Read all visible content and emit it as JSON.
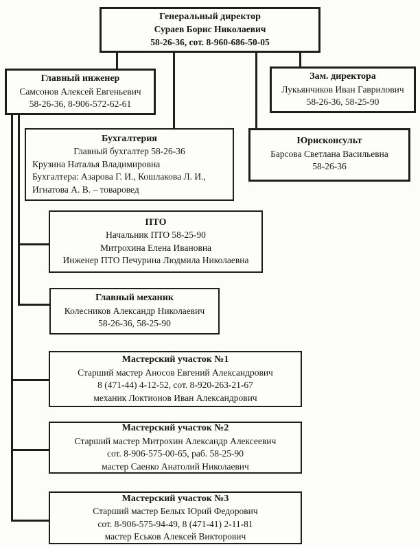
{
  "diagram": {
    "type": "org-chart",
    "colors": {
      "line": "#1d1d1d",
      "background": "#fcfcfa",
      "text": "#171717"
    },
    "nodes": {
      "director": {
        "title": "Генеральный директор",
        "lines": [
          "Сураев Борис Николаевич",
          "58-26-36, сот. 8-960-686-50-05"
        ]
      },
      "chief_engineer": {
        "title": "Главный инженер",
        "lines": [
          "Самсонов Алексей Евгеньевич",
          "58-26-36, 8-906-572-62-61"
        ]
      },
      "deputy_director": {
        "title": "Зам. директора",
        "lines": [
          "Лукьянчиков Иван Гаврилович",
          "58-26-36, 58-25-90"
        ]
      },
      "accounting": {
        "title": "Бухгалтерия",
        "lines": [
          "Главный бухгалтер 58-26-36",
          "Крузина Наталья Владимировна",
          "Бухгалтера: Азарова Г. И., Кошлакова Л. И.,",
          "Игнатова А. В. – товаровед"
        ]
      },
      "legal": {
        "title": "Юрисконсульт",
        "lines": [
          "Барсова Светлана Васильевна",
          "58-26-36"
        ]
      },
      "pto": {
        "title": "ПТО",
        "lines": [
          "Начальник ПТО 58-25-90",
          "Митрохина Елена Ивановна",
          "Инженер ПТО Печурина Людмила Николаевна"
        ]
      },
      "chief_mechanic": {
        "title": "Главный механик",
        "lines": [
          "Колесников Александр Николаевич",
          "58-26-36, 58-25-90"
        ]
      },
      "workshop1": {
        "title": "Мастерский участок №1",
        "lines": [
          "Старший мастер Аносов Евгений Александрович",
          "8 (471-44) 4-12-52, сот. 8-920-263-21-67",
          "механик Локтионов Иван Александрович"
        ]
      },
      "workshop2": {
        "title": "Мастерский участок №2",
        "lines": [
          "Старший мастер Митрохин Александр Алексеевич",
          "сот. 8-906-575-00-65, раб. 58-25-90",
          "мастер Саенко Анатолий Николаевич"
        ]
      },
      "workshop3": {
        "title": "Мастерский участок №3",
        "lines": [
          "Старший мастер Белых Юрий Федорович",
          "сот. 8-906-575-94-49, 8 (471-41) 2-11-81",
          "мастер Еськов Алексей Викторович"
        ]
      }
    },
    "edges": [
      {
        "from": "director",
        "to": "chief_engineer"
      },
      {
        "from": "director",
        "to": "deputy_director"
      },
      {
        "from": "director",
        "to": "accounting"
      },
      {
        "from": "director",
        "to": "legal"
      },
      {
        "from": "chief_engineer",
        "to": "pto"
      },
      {
        "from": "chief_engineer",
        "to": "chief_mechanic"
      },
      {
        "from": "chief_engineer",
        "to": "workshop1"
      },
      {
        "from": "chief_engineer",
        "to": "workshop2"
      },
      {
        "from": "chief_engineer",
        "to": "workshop3"
      }
    ]
  }
}
